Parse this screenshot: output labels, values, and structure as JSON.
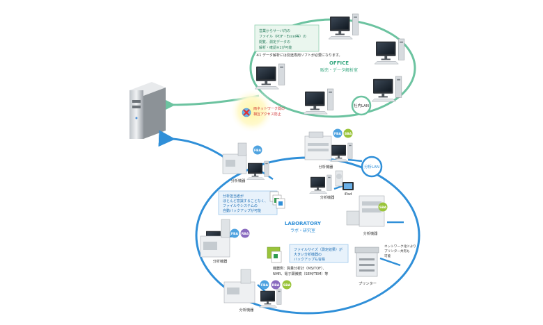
{
  "office": {
    "title": "OFFICE",
    "subtitle": "販売・データ解析室",
    "lan_label": "社内LAN",
    "callout_lines": [
      "営業からサーバ内の",
      "ファイル（PDF・Excel等）の",
      "閲覧、測定データの",
      "解析・確認※1が可能"
    ],
    "footnote": "※1 データ解析には別途専用ソフトが必要になります。"
  },
  "firewall": {
    "lines": [
      "両ネットワーク間の",
      "相互アクセス防止"
    ]
  },
  "lab": {
    "title": "LABORATORY",
    "subtitle": "ラボ・研究室",
    "lan_label": "分析LAN",
    "callout1_lines": [
      "分析担当者が",
      "ほとんど意識することなく、",
      "ファイルやシステムの",
      "自動バックアップが可能"
    ],
    "callout2_lines": [
      "ファイルサイズ（測定結果）が",
      "大きい分析機器の",
      "バックアップも容易"
    ],
    "examples_lines": [
      "機器例：質量分析計（MS/TOF）、",
      "NMR、電子顕微鏡（SEM/TEM）等"
    ],
    "network_note_lines": [
      "ネットワーク化により",
      "プリンター共有も",
      "可能"
    ]
  },
  "labels": {
    "instrument": "分析機器",
    "ipad": "iPad",
    "printer": "プリンター"
  },
  "badges": {
    "fba": "FBA",
    "sba": "SBA",
    "rba": "RBA"
  },
  "colors": {
    "office_green": "#6cc3a0",
    "lab_blue": "#2f8fd8",
    "fba": "#4fa3e0",
    "sba": "#9ac43a",
    "rba": "#8a6bbf",
    "callout_bg": "#eaf6ee"
  }
}
